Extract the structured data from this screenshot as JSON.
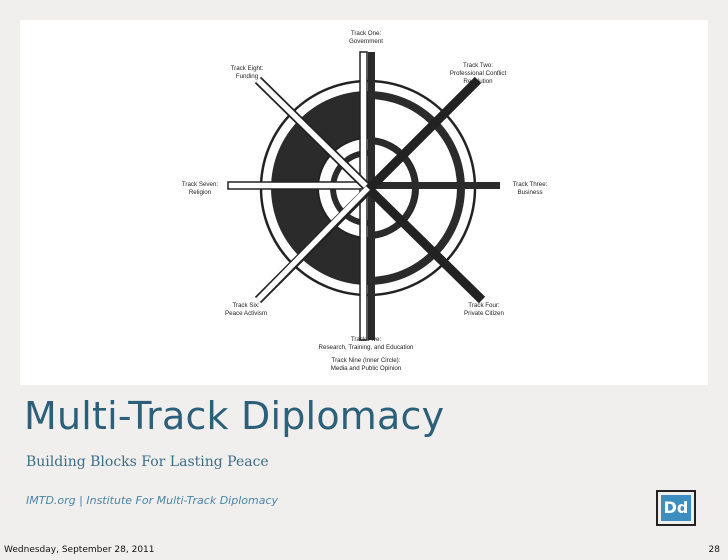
{
  "slide": {
    "title": "Multi-Track Diplomacy",
    "subtitle": "Building Blocks For Lasting Peace",
    "credit": "IMTD.org | Institute For Multi-Track Diplomacy",
    "logo_text": "Dd",
    "date": "Wednesday, September 28, 2011",
    "page_number": "28"
  },
  "diagram": {
    "tracks": [
      {
        "id": "one",
        "line1": "Track One:",
        "line2": "Government"
      },
      {
        "id": "two",
        "line1": "Track Two:",
        "line2": "Professional Conflict",
        "line3": "Resolution"
      },
      {
        "id": "three",
        "line1": "Track Three:",
        "line2": "Business"
      },
      {
        "id": "four",
        "line1": "Track Four:",
        "line2": "Private Citizen"
      },
      {
        "id": "five",
        "line1": "Track Five:",
        "line2": "Research, Training, and Education"
      },
      {
        "id": "six",
        "line1": "Track Six:",
        "line2": "Peace Activism"
      },
      {
        "id": "seven",
        "line1": "Track Seven:",
        "line2": "Religion"
      },
      {
        "id": "eight",
        "line1": "Track Eight:",
        "line2": "Funding"
      },
      {
        "id": "nine",
        "line1": "Track Nine (Inner Circle):",
        "line2": "Media and Public Opinion"
      }
    ]
  }
}
